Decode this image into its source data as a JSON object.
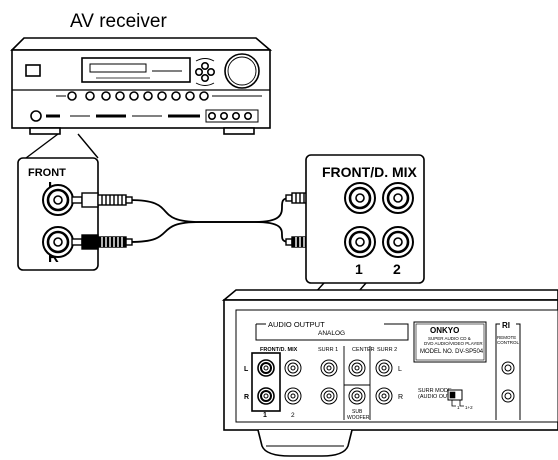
{
  "receiver": {
    "title": "AV receiver",
    "jacks": {
      "label": "FRONT",
      "left": "L",
      "right": "R"
    }
  },
  "player_zoom": {
    "label": "FRONT/D. MIX",
    "col1": "1",
    "col2": "2"
  },
  "player_panel": {
    "audio_output": "AUDIO OUTPUT",
    "front_dmix": "FRONT/D. MIX",
    "analog": "ANALOG",
    "surr1": "SURR 1",
    "center": "CENTER",
    "surr2": "SURR 2",
    "subwoofer_1": "SUB",
    "subwoofer_2": "WOOFER",
    "row_l": "L",
    "row_r": "R",
    "col1": "1",
    "col2": "2",
    "l_right": "L",
    "r_right": "R",
    "brand": "ONKYO",
    "model_line1": "SUPER AUDIO CD &",
    "model_line2": "DVD AUDIO/VIDEO PLAYER",
    "model_line3": "MODEL NO. DV-SP504",
    "surr_mode_1": "SURR MODE",
    "surr_mode_2": "(AUDIO OUT)",
    "surr_sw_a": "1",
    "surr_sw_b": "1+2",
    "ri_label": "RI",
    "remote_1": "REMOTE",
    "remote_2": "CONTROL"
  }
}
